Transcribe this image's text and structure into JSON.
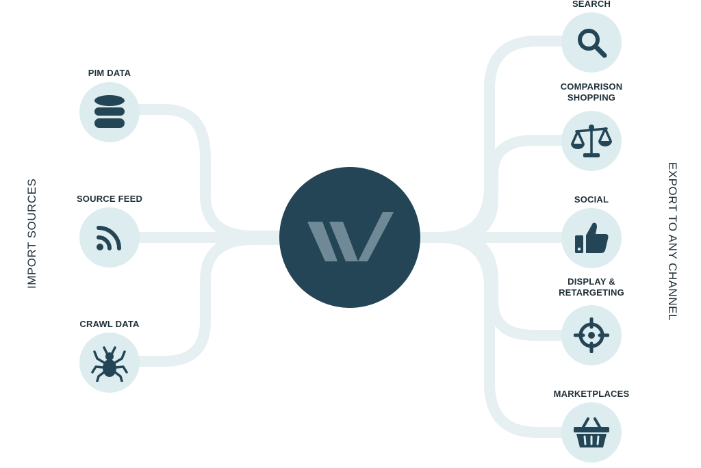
{
  "left_heading": "IMPORT SOURCES",
  "right_heading": "EXPORT TO ANY CHANNEL",
  "hub": {
    "logo_icon": "w-logo-icon"
  },
  "sources": [
    {
      "label": "PIM DATA",
      "icon": "database-icon"
    },
    {
      "label": "SOURCE FEED",
      "icon": "rss-feed-icon"
    },
    {
      "label": "CRAWL DATA",
      "icon": "spider-icon"
    }
  ],
  "channels": [
    {
      "label": "SEARCH",
      "icon": "magnifier-icon"
    },
    {
      "label": "COMPARISON\nSHOPPING",
      "icon": "balance-scale-icon"
    },
    {
      "label": "SOCIAL",
      "icon": "thumbs-up-icon"
    },
    {
      "label": "DISPLAY &\nRETARGETING",
      "icon": "crosshair-target-icon"
    },
    {
      "label": "MARKETPLACES",
      "icon": "shopping-basket-icon"
    }
  ],
  "colors": {
    "hub": "#234556",
    "icon": "#234556",
    "node_fill": "#ddecef",
    "connector": "#e6eff2",
    "text": "#1f2f38"
  }
}
